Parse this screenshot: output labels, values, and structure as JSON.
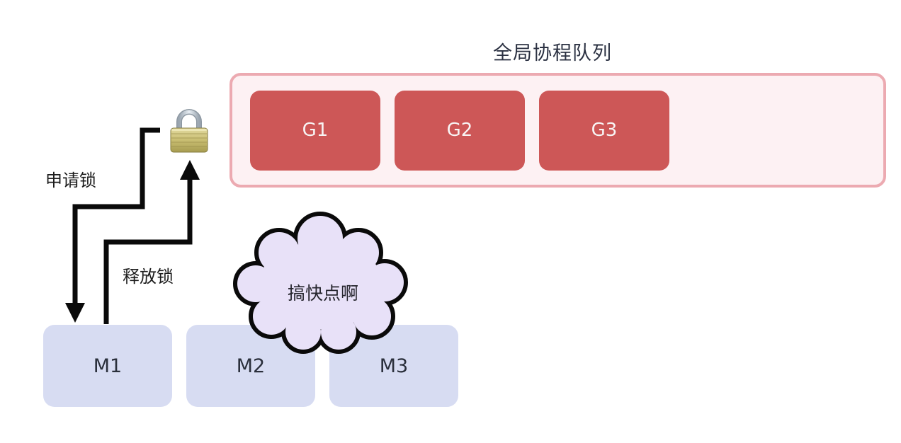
{
  "queue": {
    "title": "全局协程队列",
    "items": [
      {
        "label": "G1"
      },
      {
        "label": "G2"
      },
      {
        "label": "G3"
      }
    ]
  },
  "machines": [
    {
      "label": "M1"
    },
    {
      "label": "M2"
    },
    {
      "label": "M3"
    }
  ],
  "arrows": {
    "acquire": "申请锁",
    "release": "释放锁"
  },
  "cloud": {
    "text": "搞快点啊"
  },
  "icons": {
    "lock": "padlock-icon"
  },
  "colors": {
    "background": "#ffffff",
    "goroutine_box": "#cd5757",
    "goroutine_text": "#f8f4f4",
    "queue_fill": "#fdf1f3",
    "queue_border": "#ecaab1",
    "machine_box": "#d7dcf2",
    "machine_text": "#2a2f3b",
    "cloud_fill": "#e8e1f8",
    "cloud_outline": "#0a0a0a",
    "arrow": "#0a0a0a",
    "title_text": "#2b3142",
    "lock_body": "#c9be72",
    "lock_shackle": "#b9c4cd"
  }
}
